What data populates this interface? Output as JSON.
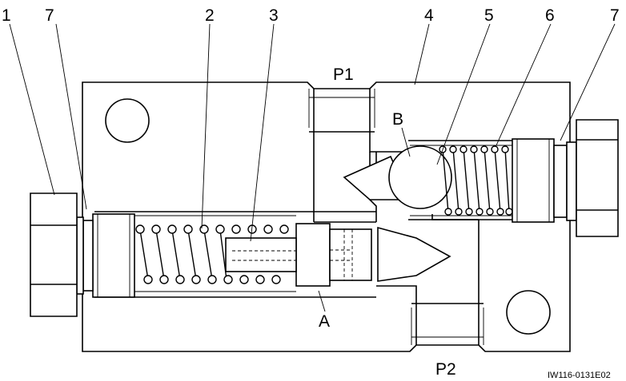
{
  "callouts": [
    "1",
    "7",
    "2",
    "3",
    "4",
    "5",
    "6",
    "7"
  ],
  "ports": {
    "p1": "P1",
    "p2": "P2",
    "a": "A",
    "b": "B"
  },
  "drawing_ref": "IW116-0131E02"
}
